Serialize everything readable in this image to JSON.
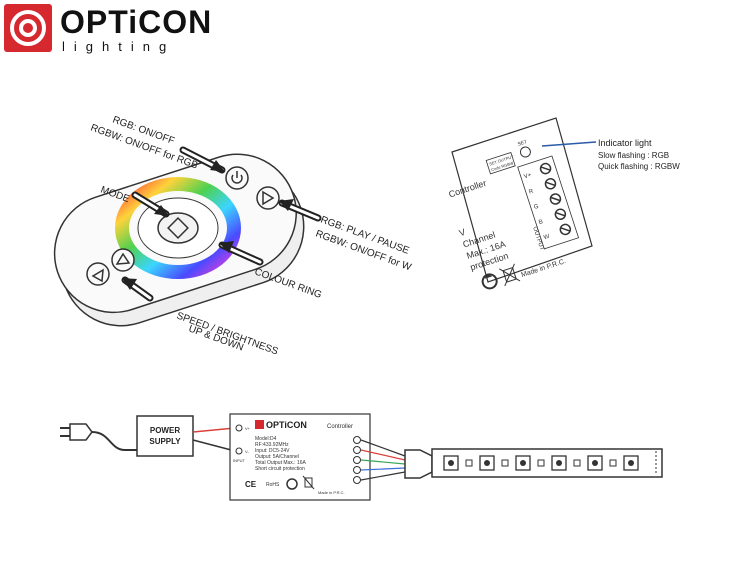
{
  "logo": {
    "brand_name": "OPTiCON",
    "brand_sub": "lighting"
  },
  "remote": {
    "callout_rgb_onoff": "RGB: ON/OFF",
    "callout_rgbw_onoff": "RGBW: ON/OFF for RGB",
    "callout_mode": "MODE",
    "callout_rgb_play": "RGB: PLAY / PAUSE",
    "callout_rgbw_onoff_w": "RGBW: ON/OFF for W",
    "callout_colour_ring": "COLOUR RING",
    "callout_speed_line1": "SPEED / BRIGHTNESS",
    "callout_speed_line2": "UP & DOWN"
  },
  "controller_detail": {
    "set_label": "SET",
    "header_label": "SET OUTPUT",
    "header_sub": "Code  RGBW",
    "word_controller": "Controller",
    "word_v": "V",
    "word_channel": "Channel",
    "word_max": "Max.: 16A",
    "word_protection": "protection",
    "output_label": "OUTPUT",
    "pins": [
      "V+",
      "R",
      "G",
      "B",
      "W"
    ],
    "made_in": "Made in P.R.C.",
    "indicator_title": "Indicator light",
    "indicator_slow": "Slow flashing : RGB",
    "indicator_quick": "Quick flashing : RGBW"
  },
  "wiring": {
    "power_supply_line1": "POWER",
    "power_supply_line2": "SUPPLY",
    "ctrl_brand": "OPTiCON",
    "ctrl_title": "Controller",
    "ctrl_lines": [
      "Model:D4",
      "RF:433.92MHz",
      "Input: DC5-24V",
      "Output: 5A/Channel",
      "Total Output Max.: 16A",
      "Short circuit protection"
    ],
    "input_label": "INPUT",
    "plus_label": "V+",
    "minus_label": "V-",
    "ce_mark": "CE",
    "rohs_mark": "RoHS",
    "made_in": "Made in P.R.C."
  },
  "colors": {
    "brand_red": "#d5282f",
    "line": "#333333",
    "wire_red": "#d9403a",
    "wire_green": "#3aa657",
    "wire_blue": "#3a6fd6",
    "indicator_line": "#2a5aa8"
  }
}
